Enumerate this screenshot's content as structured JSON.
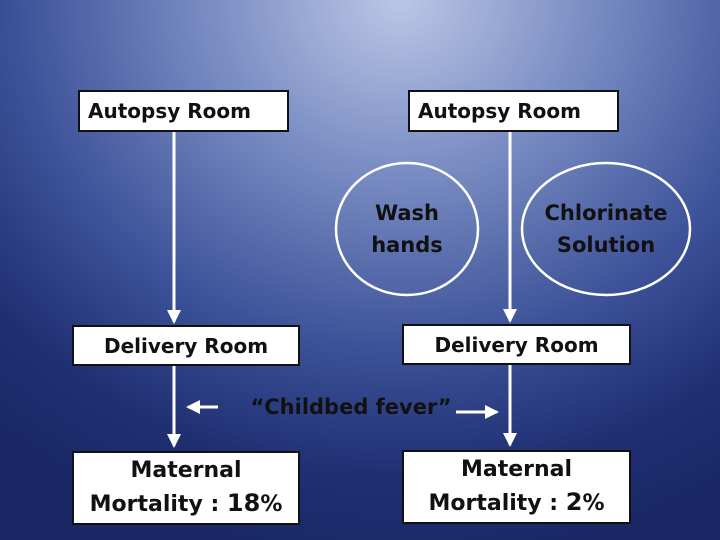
{
  "left_flow": {
    "source": "Autopsy Room",
    "middle": "Delivery Room",
    "outcome_line1": "Maternal",
    "outcome_line2": "Mortality : ",
    "outcome_value": "18",
    "outcome_unit": "%"
  },
  "right_flow": {
    "source": "Autopsy Room",
    "middle": "Delivery Room",
    "outcome_line1": "Maternal",
    "outcome_line2": "Mortality : ",
    "outcome_value": "2",
    "outcome_unit": "%"
  },
  "interventions": [
    {
      "line1": "Wash",
      "line2": "hands"
    },
    {
      "line1": "Chlorinate",
      "line2": "Solution"
    }
  ],
  "center_label": "“Childbed fever”"
}
